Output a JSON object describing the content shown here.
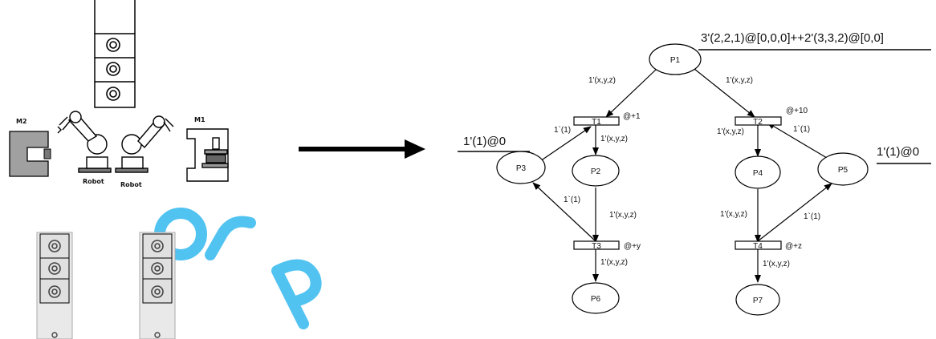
{
  "workcell": {
    "machine_left": "M2",
    "machine_right": "M1",
    "robot_left": "Robot",
    "robot_right": "Robot"
  },
  "petri_net": {
    "places": [
      "P1",
      "P2",
      "P3",
      "P4",
      "P5",
      "P6",
      "P7"
    ],
    "transitions": [
      "T1",
      "T2",
      "T3",
      "T4"
    ],
    "initial_marking_p1": "3'(2,2,1)@[0,0,0]++2'(3,3,2)@[0,0]",
    "initial_marking_p3": "1'(1)@0",
    "initial_marking_p5": "1'(1)@0",
    "delay_t1": "@+1",
    "delay_t2": "@+10",
    "delay_t3": "@+y",
    "delay_t4": "@+z",
    "arc_xyz": "1'(x,y,z)",
    "arc_one": "1`(1)"
  }
}
